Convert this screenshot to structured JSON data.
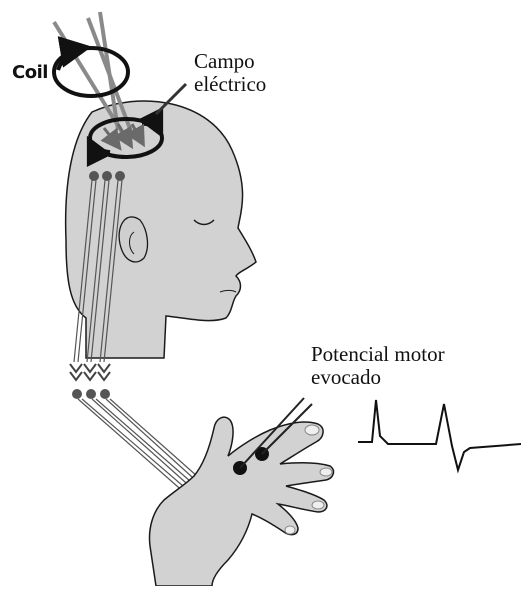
{
  "labels": {
    "coil": "Coil",
    "campo_line1": "Campo",
    "campo_line2": "eléctrico",
    "potencial_line1": "Potencial motor",
    "potencial_line2": "evocado"
  },
  "colors": {
    "skin": "#d2d2d2",
    "outline": "#1a1a1a",
    "coil": "#111111",
    "field_arrows": "#555555"
  }
}
